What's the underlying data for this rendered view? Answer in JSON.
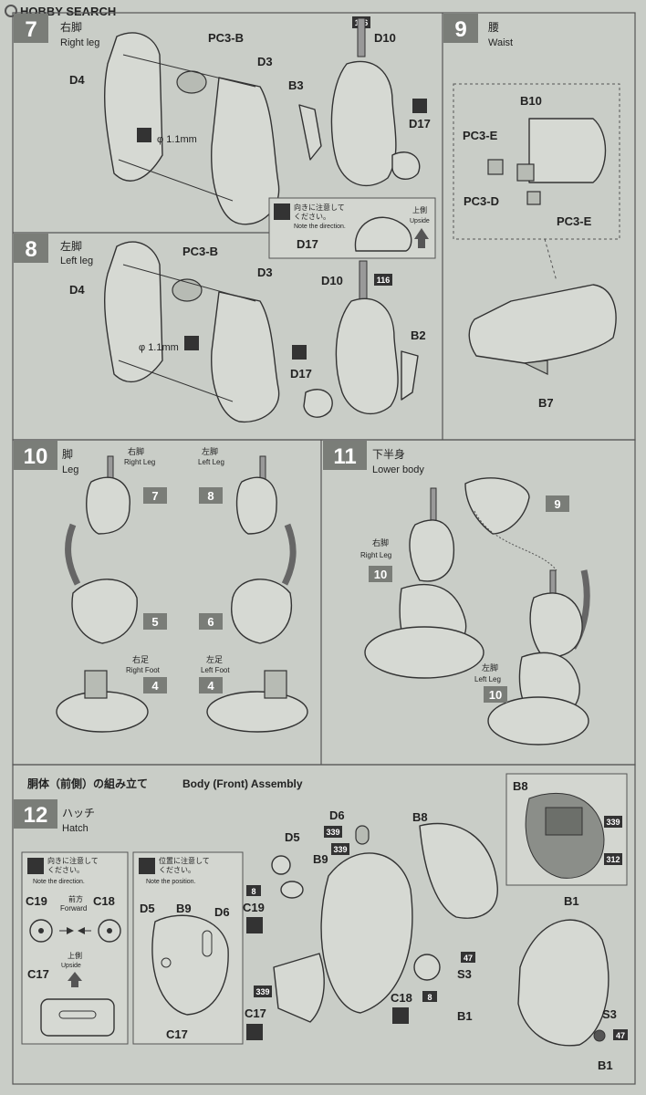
{
  "header": {
    "logo_text": "HOBBY SEARCH"
  },
  "steps": {
    "s7": {
      "number": "7",
      "title_jp": "右脚",
      "title_en": "Right leg",
      "parts": [
        "D4",
        "PC3-B",
        "D3",
        "D10",
        "B3",
        "D17"
      ],
      "badge": "116",
      "drill": "φ 1.1mm"
    },
    "s8": {
      "number": "8",
      "title_jp": "左脚",
      "title_en": "Left leg",
      "parts": [
        "D4",
        "PC3-B",
        "D3",
        "D10",
        "B2",
        "D17"
      ],
      "badge": "116",
      "drill": "φ 1.1mm"
    },
    "note_d17": {
      "note_jp_1": "向きに注意して",
      "note_jp_2": "ください。",
      "note_en": "Note the direction.",
      "part": "D17",
      "up_jp": "上側",
      "up_en": "Upside"
    },
    "s9": {
      "number": "9",
      "title_jp": "腰",
      "title_en": "Waist",
      "parts": [
        "B10",
        "PC3-E",
        "PC3-D",
        "PC3-E",
        "B7"
      ]
    },
    "s10": {
      "number": "10",
      "title_jp": "脚",
      "title_en": "Leg",
      "right_leg_jp": "右脚",
      "right_leg_en": "Right Leg",
      "left_leg_jp": "左脚",
      "left_leg_en": "Left Leg",
      "right_foot_jp": "右足",
      "right_foot_en": "Right Foot",
      "left_foot_jp": "左足",
      "left_foot_en": "Left Foot",
      "refs": [
        "7",
        "8",
        "5",
        "6",
        "4",
        "4"
      ]
    },
    "s11": {
      "number": "11",
      "title_jp": "下半身",
      "title_en": "Lower body",
      "right_leg_jp": "右脚",
      "right_leg_en": "Right Leg",
      "left_leg_jp": "左脚",
      "left_leg_en": "Left Leg",
      "refs": [
        "9",
        "10",
        "10"
      ]
    },
    "body_title": {
      "jp": "胴体（前側）の組み立て",
      "en": "Body (Front) Assembly"
    },
    "s12": {
      "number": "12",
      "title_jp": "ハッチ",
      "title_en": "Hatch",
      "box1": {
        "note_jp_1": "向きに注意して",
        "note_jp_2": "ください。",
        "note_en": "Note the direction.",
        "c19": "C19",
        "c18": "C18",
        "forward_jp": "前方",
        "forward_en": "Forward",
        "c17": "C17",
        "up_jp": "上側",
        "up_en": "Upside"
      },
      "box2": {
        "note_jp_1": "位置に注意して",
        "note_jp_2": "ください。",
        "note_en": "Note the position.",
        "d5": "D5",
        "b9": "B9",
        "d6": "D6",
        "c17": "C17"
      },
      "parts": [
        "D6",
        "B8",
        "D5",
        "B9",
        "C19",
        "C17",
        "C18",
        "B1",
        "S3",
        "B1",
        "S3",
        "B1"
      ],
      "badges": [
        "339",
        "339",
        "8",
        "339",
        "8",
        "47",
        "47"
      ],
      "inset": {
        "part": "B8",
        "badge_a": "339",
        "badge_b": "312"
      }
    }
  }
}
